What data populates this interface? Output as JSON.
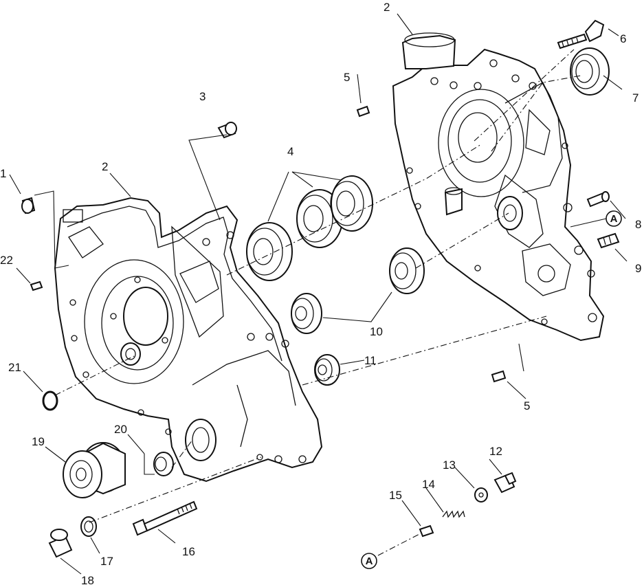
{
  "callouts": {
    "c1": "1",
    "c2a": "2",
    "c2b": "2",
    "c3": "3",
    "c4": "4",
    "c5a": "5",
    "c5b": "5",
    "c6": "6",
    "c7": "7",
    "c8": "8",
    "c9": "9",
    "c10": "10",
    "c11": "11",
    "c12": "12",
    "c13": "13",
    "c14": "14",
    "c15": "15",
    "c16": "16",
    "c17": "17",
    "c18": "18",
    "c19": "19",
    "c20": "20",
    "c21": "21",
    "c22": "22"
  },
  "reference_marker": {
    "label": "A"
  }
}
